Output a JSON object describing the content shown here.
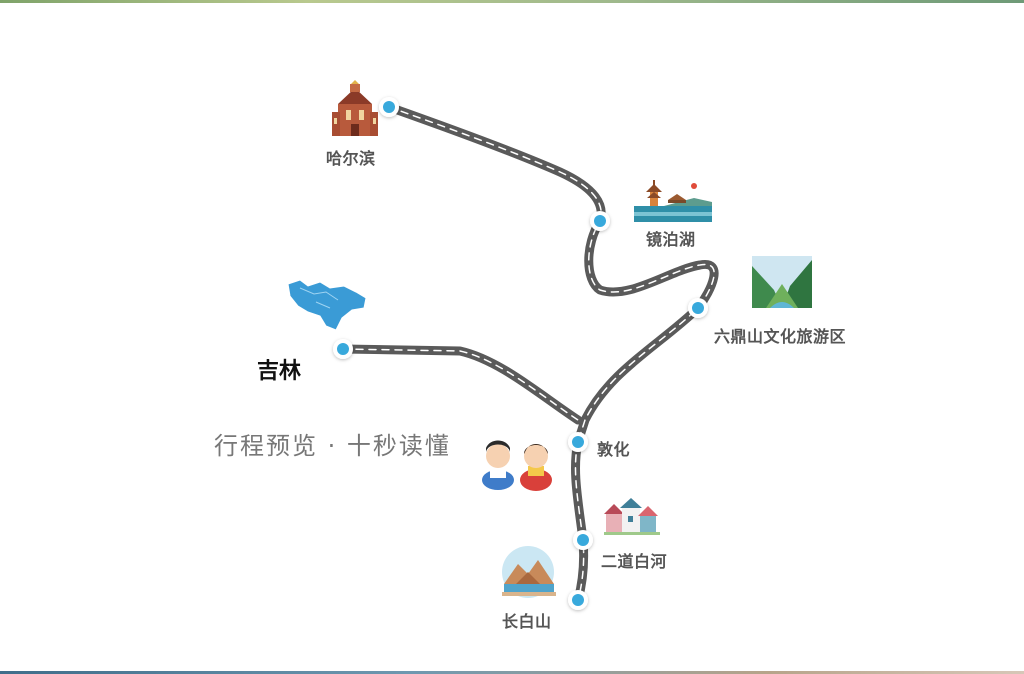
{
  "title": "行程预览 · 十秒读懂",
  "route": {
    "stops": [
      {
        "name": "哈尔滨",
        "icon": "church-icon"
      },
      {
        "name": "镜泊湖",
        "icon": "pagoda-lake-icon"
      },
      {
        "name": "六鼎山文化旅游区",
        "icon": "mountain-valley-icon"
      },
      {
        "name": "吉林",
        "icon": "province-map-icon"
      },
      {
        "name": "敦化",
        "icon": "korean-couple-icon"
      },
      {
        "name": "二道白河",
        "icon": "village-houses-icon"
      },
      {
        "name": "长白山",
        "icon": "mountain-lake-icon"
      }
    ]
  },
  "colors": {
    "road": "#5a5a5a",
    "road_dash": "#ffffff",
    "node": "#39a9dc",
    "label": "#555555"
  }
}
